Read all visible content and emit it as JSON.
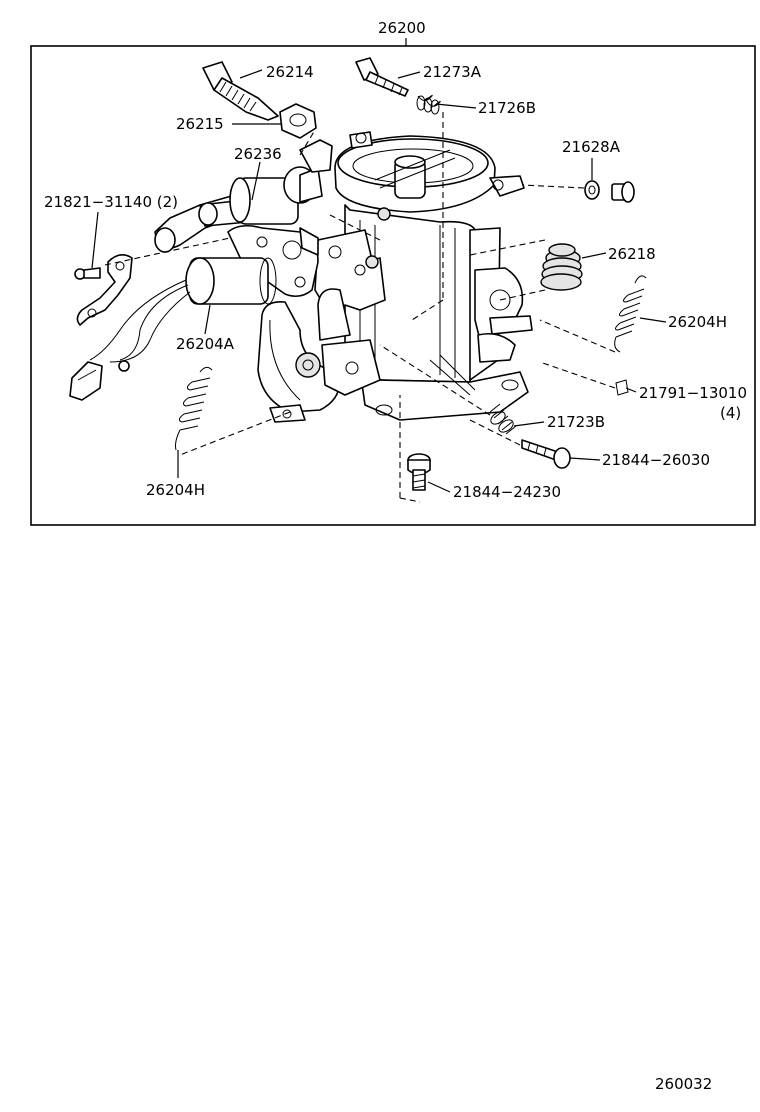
{
  "diagram": {
    "assembly_number": "26200",
    "drawing_code": "260032",
    "callouts": {
      "p26214": "26214",
      "p21273A": "21273A",
      "p21726B": "21726B",
      "p26215": "26215",
      "p26236": "26236",
      "p21628A": "21628A",
      "p21821": "21821−31140 (2)",
      "p26218": "26218",
      "p26204H_right": "26204H",
      "p26204A": "26204A",
      "p21791": "21791−13010",
      "p21791_qty": "(4)",
      "p21723B": "21723B",
      "p21844_26030": "21844−26030",
      "p26204H_left": "26204H",
      "p21844_24230": "21844−24230"
    }
  }
}
